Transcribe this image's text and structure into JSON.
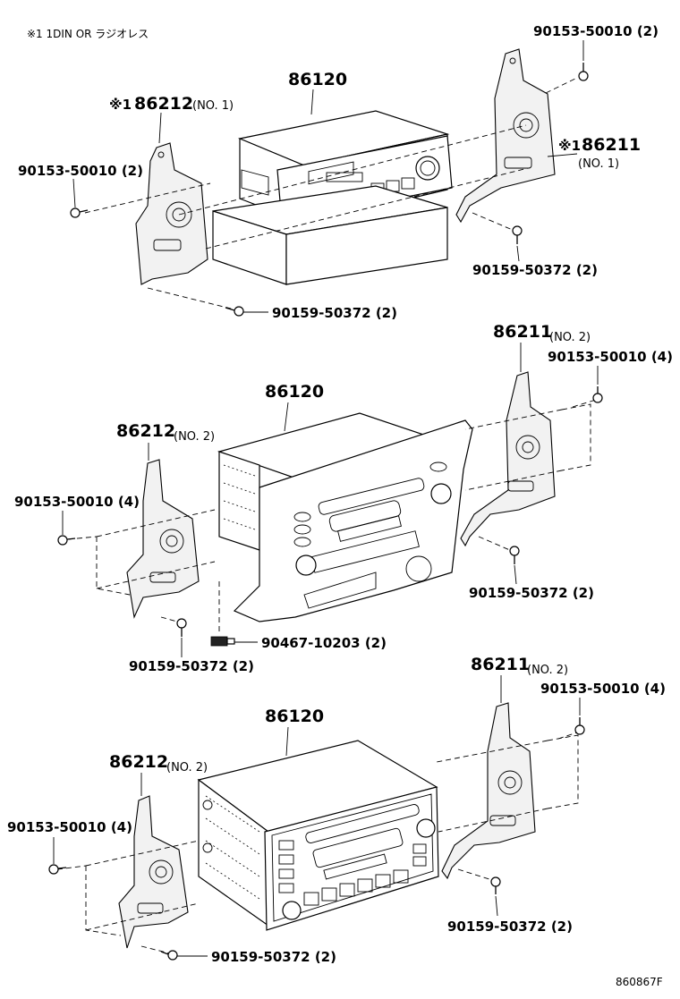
{
  "note": "※1 1DIN OR ラジオレス",
  "figure_id": "860867F",
  "sections": [
    {
      "id": "top",
      "unit": "86120",
      "left_bracket": {
        "prefix": "※1",
        "part": "86212",
        "qualifier": "(NO. 1)"
      },
      "right_bracket": {
        "prefix": "※1",
        "part": "86211",
        "qualifier": "(NO. 1)"
      },
      "screw_left_top": "90153-50010 (2)",
      "screw_right_top": "90153-50010 (2)",
      "screw_left_bottom": "90159-50372 (2)",
      "screw_right_bottom": "90159-50372 (2)"
    },
    {
      "id": "middle",
      "unit": "86120",
      "left_bracket": {
        "part": "86212",
        "qualifier": "(NO. 2)"
      },
      "right_bracket": {
        "part": "86211",
        "qualifier": "(NO. 2)"
      },
      "screw_left_top": "90153-50010 (4)",
      "screw_right_top": "90153-50010 (4)",
      "screw_left_bottom": "90159-50372 (2)",
      "screw_right_bottom": "90159-50372 (2)",
      "clip": "90467-10203 (2)"
    },
    {
      "id": "bottom",
      "unit": "86120",
      "left_bracket": {
        "part": "86212",
        "qualifier": "(NO. 2)"
      },
      "right_bracket": {
        "part": "86211",
        "qualifier": "(NO. 2)"
      },
      "screw_left_top": "90153-50010 (4)",
      "screw_right_top": "90153-50010 (4)",
      "screw_left_bottom": "90159-50372 (2)",
      "screw_right_bottom": "90159-50372 (2)"
    }
  ]
}
